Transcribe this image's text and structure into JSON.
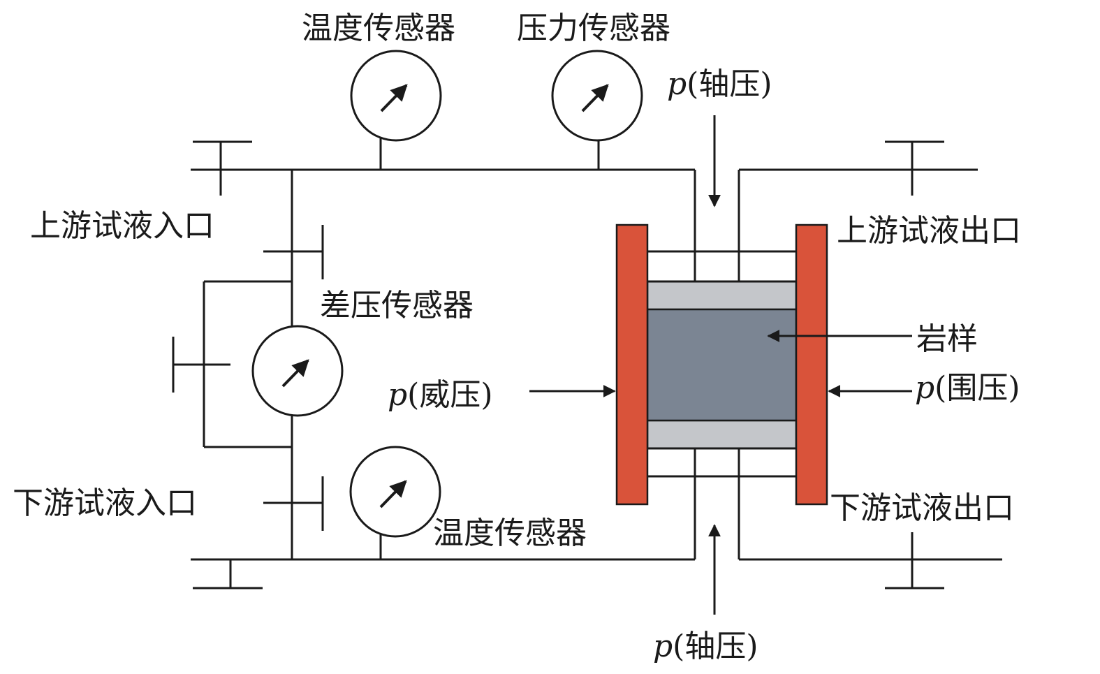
{
  "labels": {
    "temp_sensor_top": "温度传感器",
    "pressure_sensor": "压力传感器",
    "axial_top_p": "p",
    "axial_top_text": "(轴压)",
    "upstream_inlet": "上游试液入口",
    "upstream_outlet": "上游试液出口",
    "diff_pressure_sensor": "差压传感器",
    "rock_sample": "岩样",
    "confining_left_p": "p",
    "confining_left_text": "(威压)",
    "confining_right_p": "p",
    "confining_right_text": "(围压)",
    "downstream_inlet": "下游试液入口",
    "downstream_outlet": "下游试液出口",
    "temp_sensor_bottom": "温度传感器",
    "axial_bottom_p": "p",
    "axial_bottom_text": "(轴压)"
  },
  "colors": {
    "line": "#1a1a1a",
    "clamp_plate": "#d9533a",
    "rock_sample": "#7b8593",
    "end_cap": "#c4c6ca"
  }
}
